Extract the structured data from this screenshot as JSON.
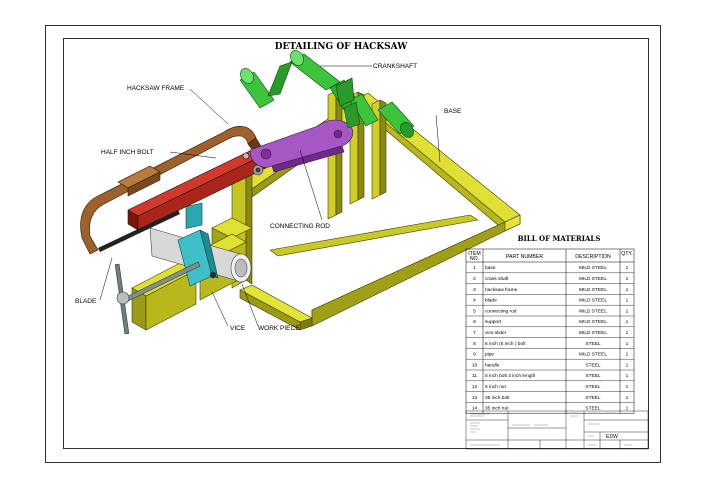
{
  "drawing": {
    "title": "DETAILING OF HACKSAW",
    "labels": {
      "crankshaft": "CRANKSHAFT",
      "hacksaw_frame": "HACKSAW FRAME",
      "base": "BASE",
      "half_inch_bolt": "HALF INCH BOLT",
      "connecting_rod": "CONNECTING ROD",
      "blade": "BLADE",
      "vice": "VICE",
      "work_piece": "WORK PIECE"
    }
  },
  "bom": {
    "title": "BILL OF MATERIALS",
    "headers": {
      "item": "ITEM",
      "item2": "NO.",
      "part": "PART NUMBER",
      "desc": "DESCRIPTION",
      "qty": "QTY."
    },
    "rows": [
      {
        "item": "1",
        "part": "base",
        "desc": "MILD STEEL",
        "qty": "1"
      },
      {
        "item": "2",
        "part": "crank shaft",
        "desc": "MILD STEEL",
        "qty": "1"
      },
      {
        "item": "3",
        "part": "hacksaw frame",
        "desc": "MILD STEEL",
        "qty": "1"
      },
      {
        "item": "4",
        "part": "blade",
        "desc": "MILD STEEL",
        "qty": "1"
      },
      {
        "item": "5",
        "part": "connecting rod",
        "desc": "MILD STEEL",
        "qty": "1"
      },
      {
        "item": "6",
        "part": "support",
        "desc": "MILD STEEL",
        "qty": "1"
      },
      {
        "item": "7",
        "part": "vice slider",
        "desc": "MILD STEEL",
        "qty": "1"
      },
      {
        "item": "8",
        "part": "6 inch (5 inch ) bolt",
        "desc": "STEEL",
        "qty": "1"
      },
      {
        "item": "9",
        "part": "pipe",
        "desc": "MILD STEEL",
        "qty": "1"
      },
      {
        "item": "10",
        "part": "handle",
        "desc": "STEEL",
        "qty": "1"
      },
      {
        "item": "11",
        "part": "5 inch bolt 3 inch length",
        "desc": "STEEL",
        "qty": "1"
      },
      {
        "item": "12",
        "part": "5 inch nut",
        "desc": "STEEL",
        "qty": "1"
      },
      {
        "item": "13",
        "part": "35 inch bolt",
        "desc": "STEEL",
        "qty": "1"
      },
      {
        "item": "14",
        "part": "35 inch nut",
        "desc": "STEEL",
        "qty": "1"
      }
    ]
  },
  "titleblock": {
    "size": "EDW"
  },
  "colors": {
    "frame_yellow": "#b5b51e",
    "frame_yellow_dark": "#7d7d10",
    "frame_yellow_light": "#e9e93a",
    "crank_green": "#3cc43c",
    "rod_purple": "#9a4fb4",
    "saw_red": "#b4281e",
    "saw_brown": "#9a5a28",
    "vice_cyan": "#3fc0c8"
  }
}
